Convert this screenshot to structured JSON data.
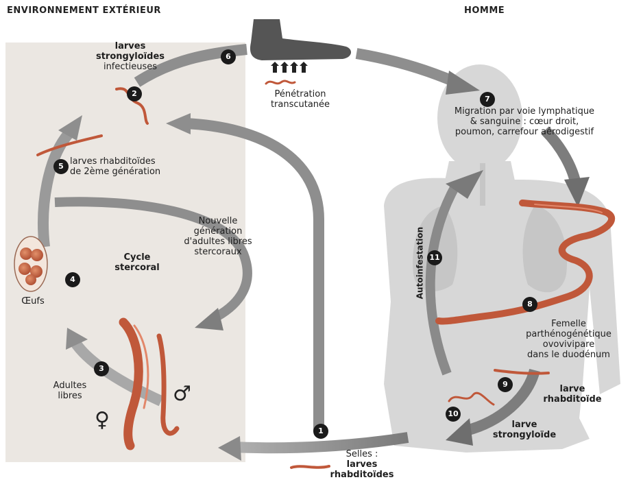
{
  "headers": {
    "environment": "ENVIRONNEMENT EXTÉRIEUR",
    "human": "HOMME"
  },
  "steps": [
    {
      "n": "1",
      "label": "Selles :",
      "label_b": "larves",
      "label_c": "rhabditoïdes"
    },
    {
      "n": "2",
      "label_a": "larves",
      "label_b": "strongyloïdes",
      "label_c": "infectieuses"
    },
    {
      "n": "3",
      "label_a": "Adultes",
      "label_b": "libres"
    },
    {
      "n": "4",
      "label": "Œufs"
    },
    {
      "n": "5",
      "label_a": "larves rhabditoïdes",
      "label_b": "de 2ème génération"
    },
    {
      "n": "6",
      "label_a": "Pénétration",
      "label_b": "transcutanée"
    },
    {
      "n": "7",
      "label_a": "Migration par voie lymphatique",
      "label_b": "& sanguine : cœur droit,",
      "label_c": "poumon, carrefour aérodigestif"
    },
    {
      "n": "8",
      "label_a": "Femelle",
      "label_b": "parthénogénétique",
      "label_c": "ovovivipare",
      "label_d": "dans le duodénum"
    },
    {
      "n": "9",
      "label_a": "larve",
      "label_b": "rhabditoïde"
    },
    {
      "n": "10",
      "label_a": "larve",
      "label_b": "strongyloïde"
    },
    {
      "n": "11",
      "label": "Autoinfestation"
    }
  ],
  "cycle": {
    "label_a": "Cycle",
    "label_b": "stercoral"
  },
  "new_generation": {
    "label_a": "Nouvelle",
    "label_b": "génération",
    "label_c": "d'adultes libres",
    "label_d": "stercoraux"
  },
  "symbols": {
    "female": "♀",
    "male": "♂"
  },
  "colors": {
    "panel": "#ebe7e2",
    "arrow": "#8e8e8e",
    "worm": "#c0583a",
    "badge": "#1a1a1a",
    "body": "#d7d7d7"
  }
}
